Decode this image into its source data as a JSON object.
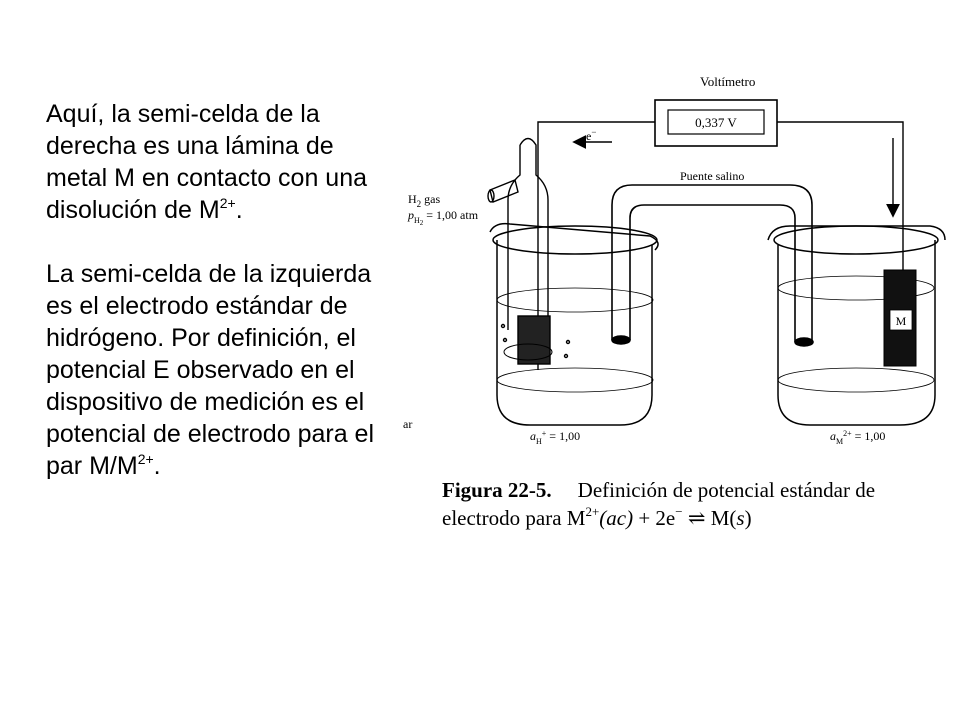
{
  "left_text": {
    "para1_a": "Aquí, la semi-celda de la derecha es una lámina de metal M en contacto con una disolución de M",
    "para1_sup": "2+",
    "para1_b": ".",
    "para2_a": "La semi-celda de la izquierda es el electrodo estándar de hidrógeno. Por definición, el potencial E observado en el dispositivo de medición es el potencial de electrodo para el par M/M",
    "para2_sup": "2+",
    "para2_b": "."
  },
  "diagram": {
    "voltmeter_label": "Voltímetro",
    "voltmeter_reading": "0,337 V",
    "electron_label": "e",
    "electron_sup": "−",
    "salt_bridge_label": "Puente salino",
    "h2_gas_label": "H",
    "h2_gas_sub": "2",
    "h2_gas_suffix": " gas",
    "pressure_label_p": "p",
    "pressure_sub": "H",
    "pressure_subsub": "2",
    "pressure_value": " = 1,00 atm",
    "metal_label": "M",
    "activity_left_a": "a",
    "activity_left_sub": "H",
    "activity_left_sup": "+",
    "activity_left_value": " = 1,00",
    "activity_right_a": "a",
    "activity_right_sub": "M",
    "activity_right_sup": "2+",
    "activity_right_value": " = 1,00",
    "edge_fragment": "ar"
  },
  "caption": {
    "label": "Figura 22-5.",
    "text_1": "Definición de potencial estándar de electrodo para M",
    "sup": "2+",
    "aq": "(ac)",
    "text_2": " + 2e",
    "e_sup": "−",
    "arrow": " ⇌ ",
    "product": "M(",
    "product_s": "s",
    "product_end": ")"
  }
}
